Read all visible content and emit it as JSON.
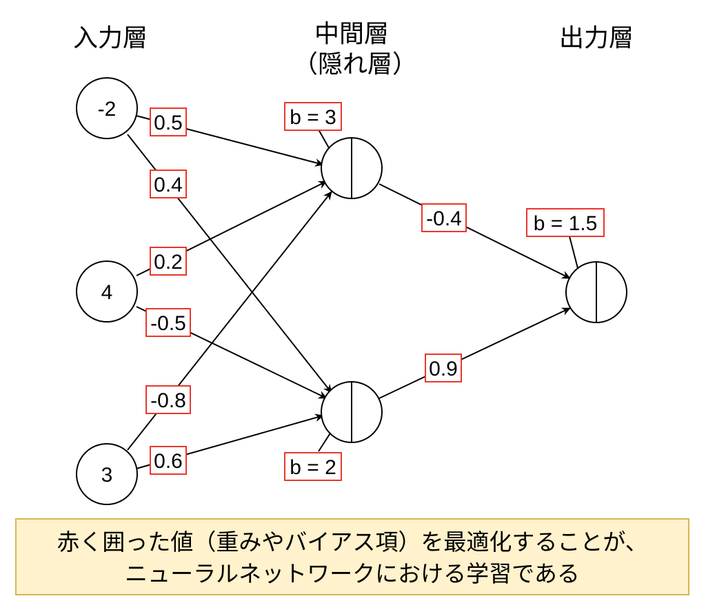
{
  "layers": {
    "input": "入力層",
    "hidden_line1": "中間層",
    "hidden_line2": "（隠れ層）",
    "output": "出力層"
  },
  "inputs": [
    {
      "label": "-2"
    },
    {
      "label": "4"
    },
    {
      "label": "3"
    }
  ],
  "weights_to_hidden_top": [
    "0.5",
    "0.2",
    "-0.8"
  ],
  "weights_to_hidden_bottom": [
    "0.4",
    "-0.5",
    "0.6"
  ],
  "bias_hidden_top": "b = 3",
  "bias_hidden_bottom": "b = 2",
  "weights_to_output": [
    "-0.4",
    "0.9"
  ],
  "bias_output": "b = 1.5",
  "note": {
    "line1": "赤く囲った値（重みやバイアス項）を最適化することが、",
    "line2": "ニューラルネットワークにおける学習である"
  },
  "colors": {
    "highlight_box": "#e8372a",
    "note_background": "#fff2cc",
    "note_border": "#d6b656"
  }
}
